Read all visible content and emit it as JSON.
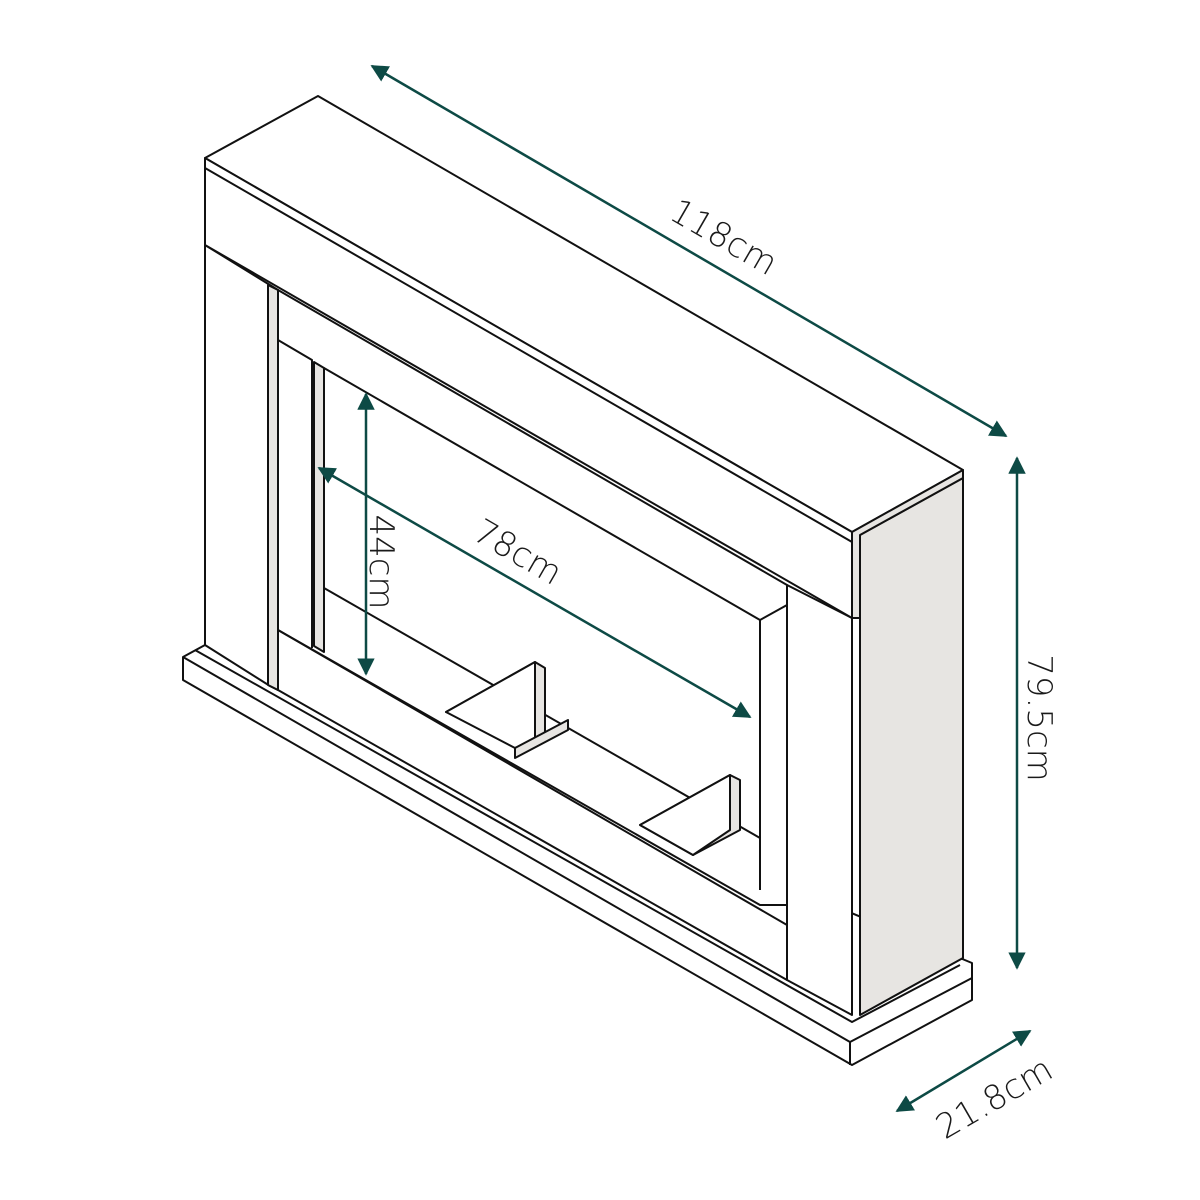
{
  "title": "Fireplace surround dimensions",
  "arrow_color": "#0d4a45",
  "dimensions": {
    "width": "118cm",
    "height": "79.5cm",
    "depth": "21.8cm",
    "opening_width": "78cm",
    "opening_height": "44cm"
  }
}
